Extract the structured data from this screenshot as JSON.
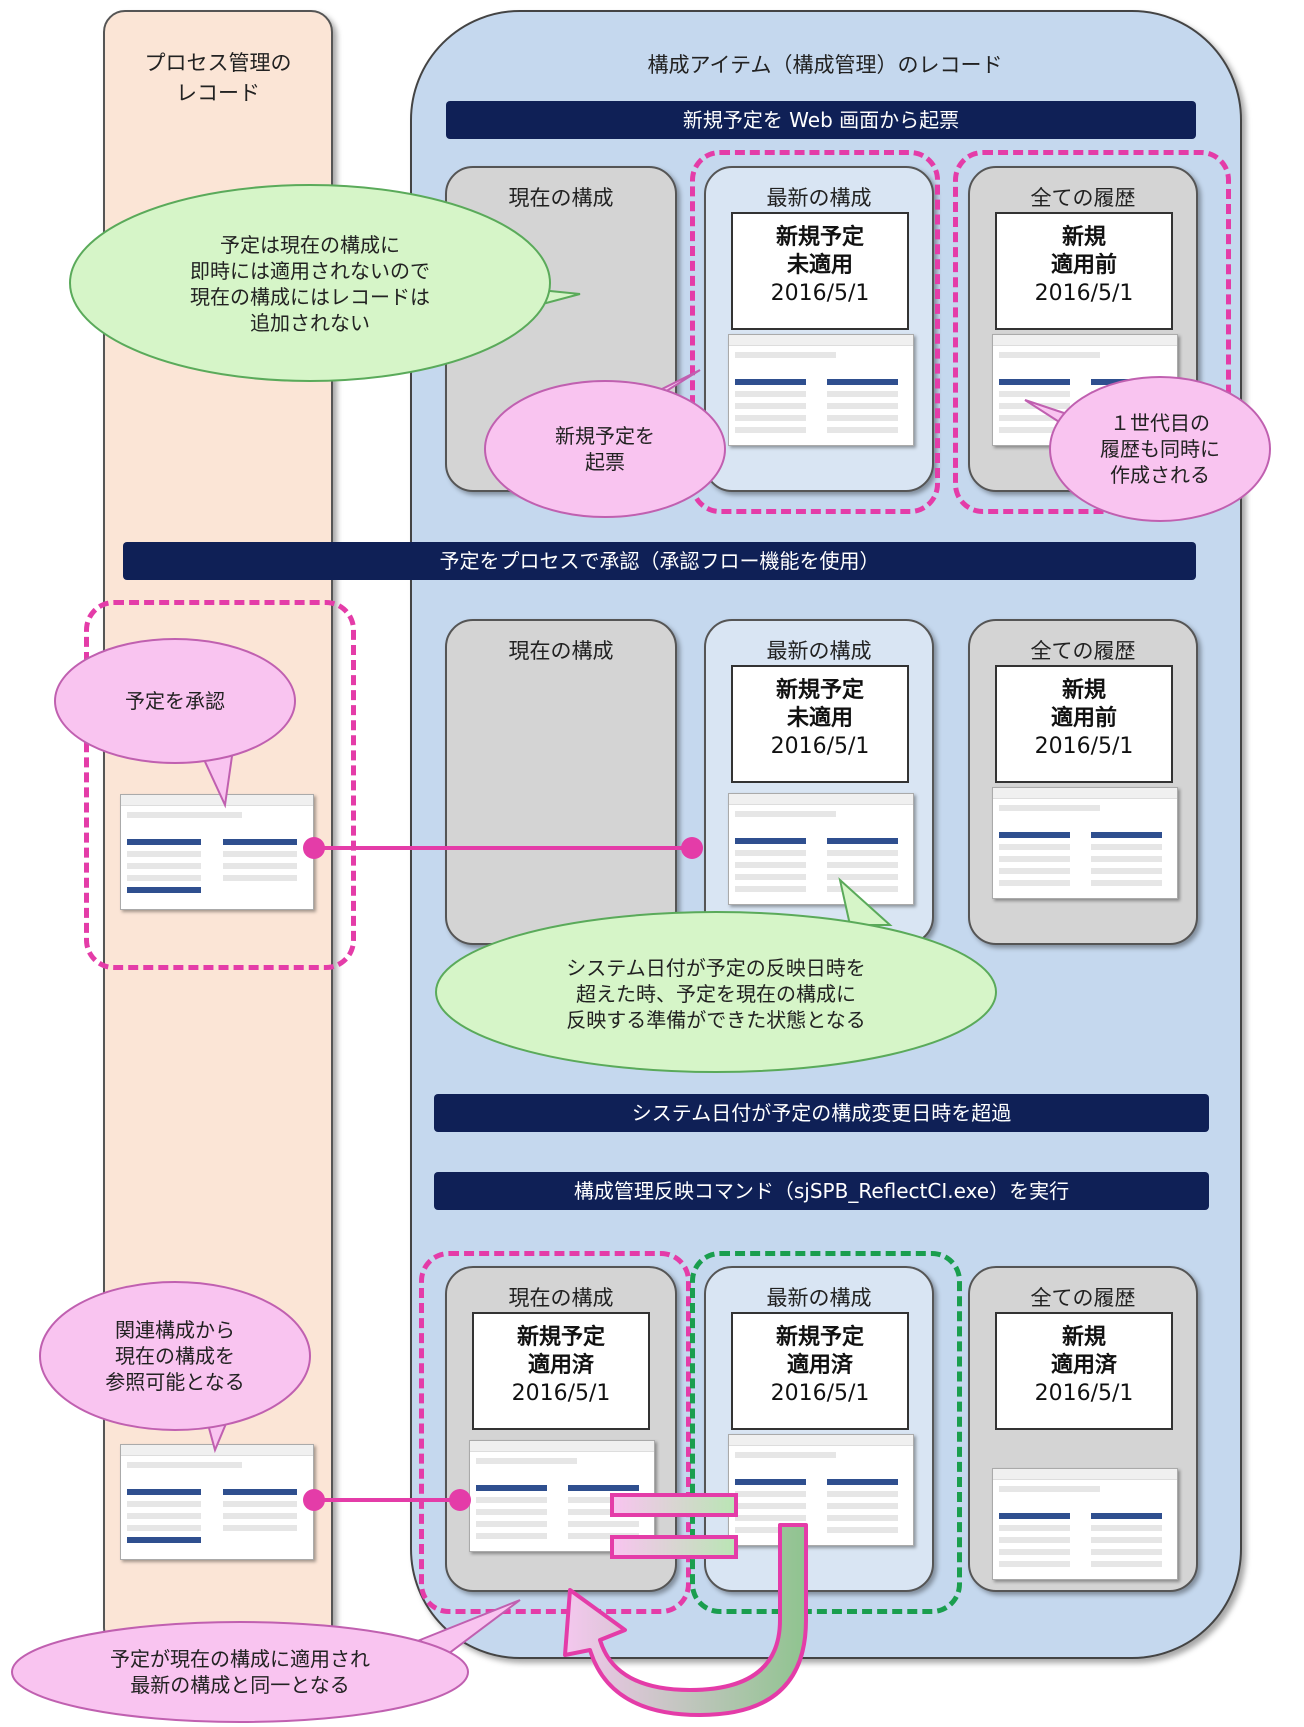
{
  "lanes": {
    "process_title": "プロセス管理の\nレコード",
    "ci_title": "構成アイテム（構成管理）のレコード"
  },
  "banners": {
    "b1": "新規予定を Web 画面から起票",
    "b2": "予定をプロセスで承認（承認フロー機能を使用）",
    "b3": "システム日付が予定の構成変更日時を超過",
    "b4": "構成管理反映コマンド（sjSPB_ReflectCI.exe）を実行"
  },
  "panels": {
    "current": "現在の構成",
    "latest": "最新の構成",
    "history": "全ての履歴"
  },
  "stage1": {
    "latest_card": [
      "新規予定",
      "未適用",
      "2016/5/1"
    ],
    "history_card": [
      "新規",
      "適用前",
      "2016/5/1"
    ]
  },
  "stage2": {
    "latest_card": [
      "新規予定",
      "未適用",
      "2016/5/1"
    ],
    "history_card": [
      "新規",
      "適用前",
      "2016/5/1"
    ]
  },
  "stage3": {
    "current_card": [
      "新規予定",
      "適用済",
      "2016/5/1"
    ],
    "latest_card": [
      "新規予定",
      "適用済",
      "2016/5/1"
    ],
    "history_card": [
      "新規",
      "適用済",
      "2016/5/1"
    ]
  },
  "bubbles": {
    "green1": "予定は現在の構成に\n即時には適用されないので\n現在の構成にはレコードは\n追加されない",
    "pink_issue": "新規予定を\n起票",
    "pink_history": "１世代目の\n履歴も同時に\n作成される",
    "pink_approve": "予定を承認",
    "green2": "システム日付が予定の反映日時を\n超えた時、予定を現在の構成に\n反映する準備ができた状態となる",
    "pink_ref": "関連構成から\n現在の構成を\n参照可能となる",
    "pink_bottom": "予定が現在の構成に適用され\n最新の構成と同一となる"
  },
  "colors": {
    "banner": "#0f2056",
    "magenta": "#e43ca8",
    "green_dash": "#1a9e4e",
    "bubble_green": "#d6f5c8",
    "bubble_pink": "#f9c4f0"
  }
}
